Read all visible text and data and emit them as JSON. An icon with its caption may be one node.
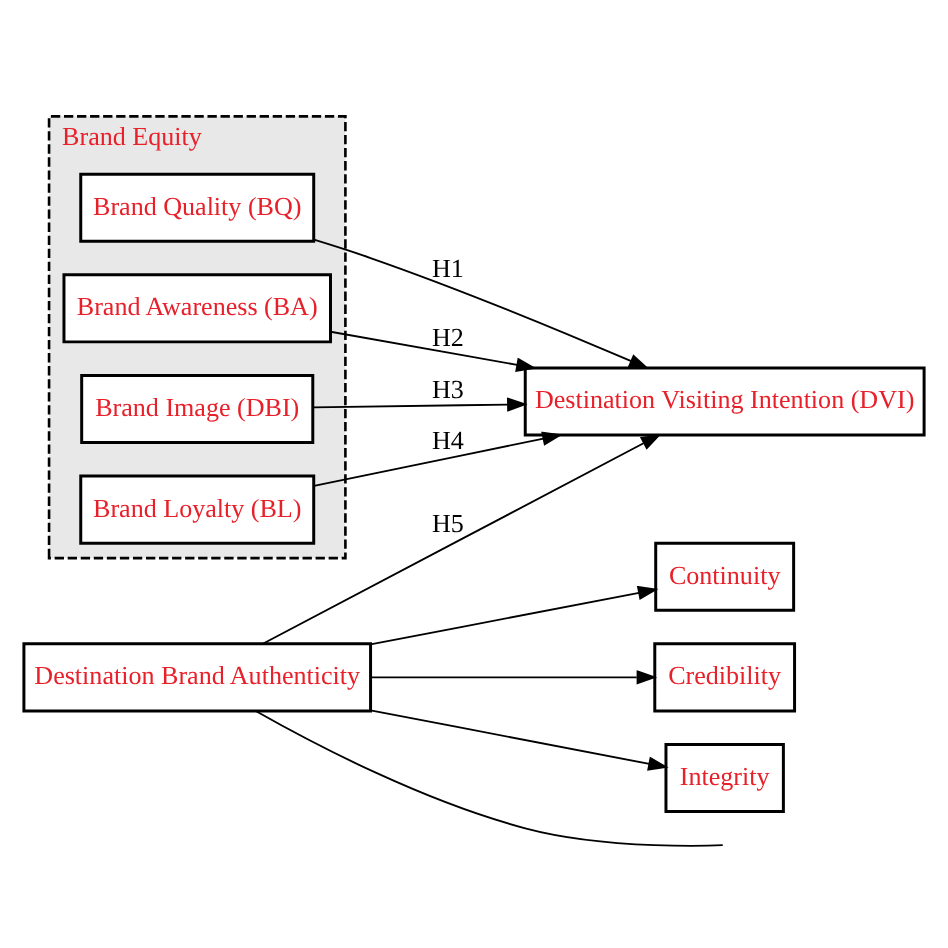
{
  "diagram": {
    "nodes": [
      {
        "text": [
          "Brand Equity"
        ]
      },
      {
        "text": [
          "Brand Quality (BQ)"
        ],
        "in": 0
      },
      {
        "text": [
          "Brand Awareness (BA)"
        ],
        "in": 0
      },
      {
        "text": [
          "Brand Image (DBI)"
        ],
        "in": 0
      },
      {
        "text": [
          "Brand Loyalty (BL)"
        ],
        "in": 0
      },
      {
        "text": [
          "Destination Visiting Intention (DVI)"
        ]
      },
      {
        "text": [
          "Destination Brand Authenticity"
        ]
      },
      {
        "text": [
          "Continuity"
        ]
      },
      {
        "text": [
          "Credibility"
        ]
      },
      {
        "text": [
          "Integrity"
        ]
      }
    ],
    "edges": [
      {
        "from": 1,
        "to": 5,
        "arrow": "to",
        "label": "H1"
      },
      {
        "from": 2,
        "to": 5,
        "arrow": "to",
        "label": "H2"
      },
      {
        "from": 3,
        "to": 5,
        "arrow": "to",
        "label": "H3"
      },
      {
        "from": 4,
        "to": 5,
        "arrow": "to",
        "label": "H4"
      },
      {
        "from": 6,
        "to": 5,
        "arrow": "to",
        "label": "H5"
      },
      {
        "from": 6,
        "to": 7,
        "arrow": "to"
      },
      {
        "from": 6,
        "to": 8,
        "arrow": "to"
      },
      {
        "from": 6,
        "to": 9,
        "arrow": "to"
      },
      {
        "from": 6,
        "to": null,
        "arrow": "none"
      }
    ]
  }
}
